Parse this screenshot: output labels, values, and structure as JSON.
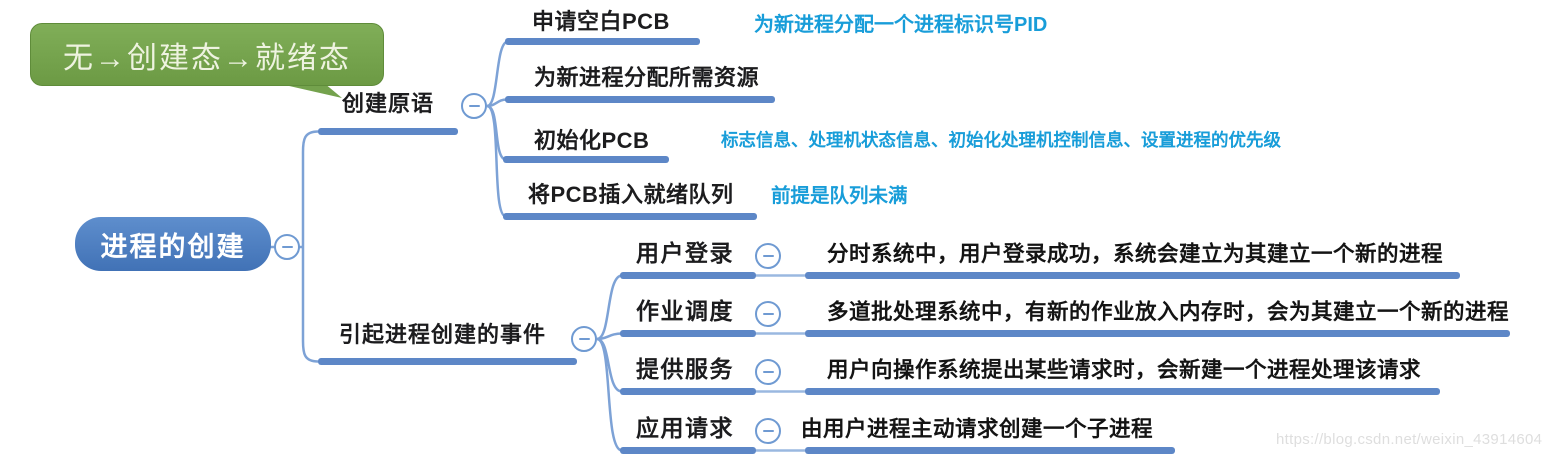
{
  "callout": {
    "text": "无→创建态→就绪态"
  },
  "root": {
    "label": "进程的创建"
  },
  "branch1": {
    "label": "创建原语",
    "children": [
      {
        "label": "申请空白PCB"
      },
      {
        "label": "为新进程分配所需资源"
      },
      {
        "label": "初始化PCB"
      },
      {
        "label": "将PCB插入就绪队列"
      }
    ]
  },
  "notes": [
    {
      "text": "为新进程分配一个进程标识号PID"
    },
    {
      "text": "标志信息、处理机状态信息、初始化处理机控制信息、设置进程的优先级"
    },
    {
      "text": "前提是队列未满"
    }
  ],
  "branch2": {
    "label": "引起进程创建的事件",
    "children": [
      {
        "label": "用户登录",
        "desc": "分时系统中，用户登录成功，系统会建立为其建立一个新的进程"
      },
      {
        "label": "作业调度",
        "desc": "多道批处理系统中，有新的作业放入内存时，会为其建立一个新的进程"
      },
      {
        "label": "提供服务",
        "desc": "用户向操作系统提出某些请求时，会新建一个进程处理该请求"
      },
      {
        "label": "应用请求",
        "desc": "由用户进程主动请求创建一个子进程"
      }
    ]
  },
  "watermark": "https://blog.csdn.net/weixin_43914604",
  "icons": {
    "collapse": "minus-in-circle-icon"
  },
  "colors": {
    "node_blue": "#4b7dc0",
    "underline_blue": "#5d87c7",
    "thin_line_blue": "#7da2d6",
    "note_cyan": "#189dd9",
    "callout_green": "#74a24d"
  }
}
